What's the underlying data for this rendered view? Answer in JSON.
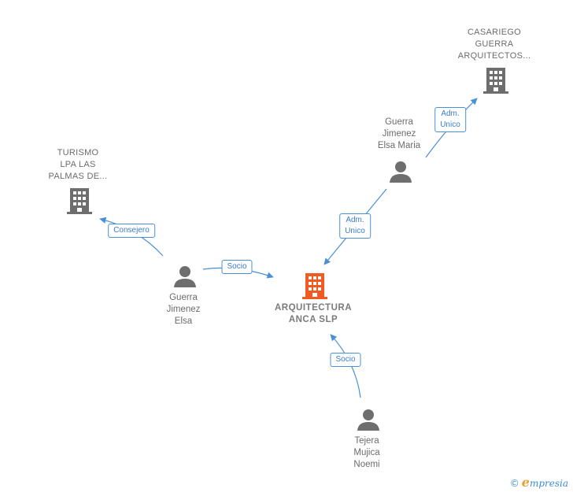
{
  "colors": {
    "edge": "#4a90d9",
    "node_gray": "#6e6e6e",
    "node_main": "#f05a23"
  },
  "nodes": {
    "main": {
      "lines": [
        "ARQUITECTURA",
        "ANCA  SLP"
      ],
      "icon": "building-icon"
    },
    "casariego": {
      "lines": [
        "CASARIEGO",
        "GUERRA",
        "ARQUITECTOS..."
      ],
      "icon": "building-icon"
    },
    "turismo": {
      "lines": [
        "TURISMO",
        "LPA LAS",
        "PALMAS DE..."
      ],
      "icon": "building-icon"
    },
    "elsa_maria": {
      "lines": [
        "Guerra",
        "Jimenez",
        "Elsa Maria"
      ],
      "icon": "person-icon"
    },
    "elsa": {
      "lines": [
        "Guerra",
        "Jimenez",
        "Elsa"
      ],
      "icon": "person-icon"
    },
    "noemi": {
      "lines": [
        "Tejera",
        "Mujica",
        "Noemi"
      ],
      "icon": "person-icon"
    }
  },
  "edges": {
    "adm_casariego": {
      "lines": [
        "Adm.",
        "Unico"
      ]
    },
    "adm_main": {
      "lines": [
        "Adm.",
        "Unico"
      ]
    },
    "consejero": {
      "lines": [
        "Consejero"
      ]
    },
    "socio_elsa": {
      "lines": [
        "Socio"
      ]
    },
    "socio_noemi": {
      "lines": [
        "Socio"
      ]
    }
  },
  "footer": {
    "copyright": "©",
    "brand_initial": "e",
    "brand_rest": "mpresia"
  }
}
